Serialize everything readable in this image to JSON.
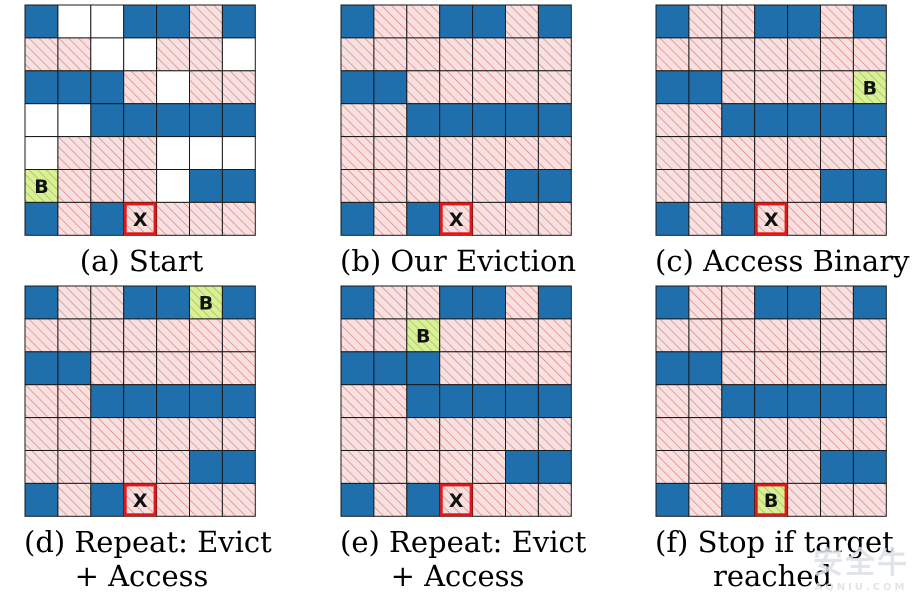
{
  "legend_colors": {
    "filled": "#1f6fad",
    "hatched_bg": "#f7e0e0",
    "hatch_line": "#e07a7a",
    "empty": "#ffffff",
    "binary_bg": "#d9ef9a",
    "binary_hatch": "#9bbf3a",
    "target_border": "#e01818",
    "grid_line": "#1a1a1a"
  },
  "panels": [
    {
      "id": "a",
      "caption_line1": "(a) Start",
      "caption_line2": "",
      "grid": [
        "FEEFFHF",
        "HHEEHHE",
        "FFFHEHH",
        "EEFFFFF",
        "EHHHEEE",
        "BHHHEFF",
        "FHFXHHH"
      ]
    },
    {
      "id": "b",
      "caption_line1": "(b) Our Eviction",
      "caption_line2": "",
      "grid": [
        "FHHFFHF",
        "HHHHHHH",
        "FFHHHHH",
        "HHFFFFF",
        "HHHHHHH",
        "HHHHHFF",
        "FHFXHHH"
      ]
    },
    {
      "id": "c",
      "caption_line1": "(c) Access Binary",
      "caption_line2": "",
      "grid": [
        "FHHFFHF",
        "HHHHHHH",
        "FFHHHHB",
        "HHFFFFF",
        "HHHHHHH",
        "HHHHHFF",
        "FHFXHHH"
      ]
    },
    {
      "id": "d",
      "caption_line1": "(d) Repeat: Evict",
      "caption_line2": "+ Access",
      "grid": [
        "FHHFFBF",
        "HHHHHHH",
        "FFHHHHH",
        "HHFFFFF",
        "HHHHHHH",
        "HHHHHFF",
        "FHFXHHH"
      ]
    },
    {
      "id": "e",
      "caption_line1": "(e) Repeat: Evict",
      "caption_line2": "+ Access",
      "grid": [
        "FHHFFHF",
        "HHBHHHH",
        "FFFHHHH",
        "HHFFFFF",
        "HHHHHHH",
        "HHHHHFF",
        "FHFXHHH"
      ]
    },
    {
      "id": "f",
      "caption_line1": "(f) Stop if target",
      "caption_line2": "reached",
      "grid": [
        "FHHFFHF",
        "HHHHHHH",
        "FFHHHHH",
        "HHFFFFF",
        "HHHHHHH",
        "HHHHHFF",
        "FHFTHHH"
      ]
    }
  ],
  "labels": {
    "binary": "B",
    "target": "X",
    "target_reached": "B"
  },
  "watermark": {
    "text": "安全牛",
    "sub": "AQNIU.COM"
  }
}
